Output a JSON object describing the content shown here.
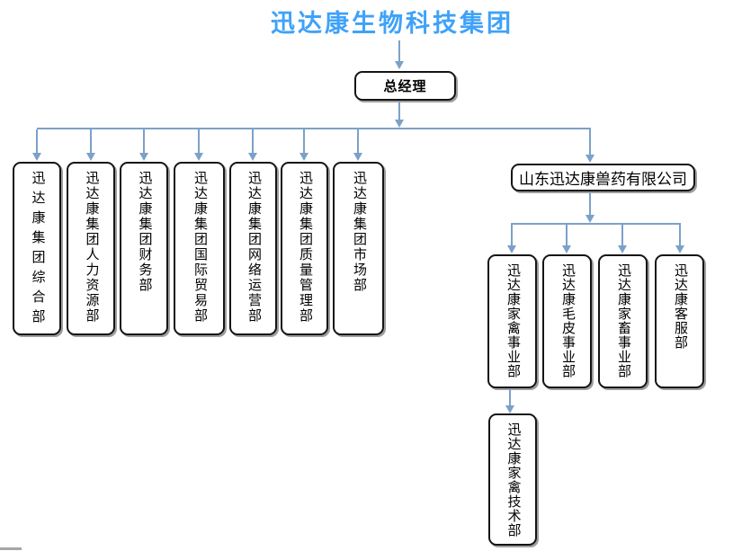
{
  "title": {
    "text": "迅达康生物科技集团"
  },
  "root": {
    "label": "总经理"
  },
  "group_departments": [
    {
      "label": "迅达康集团综合部"
    },
    {
      "label": "迅达康集团人力资源部"
    },
    {
      "label": "迅达康集团财务部"
    },
    {
      "label": "迅达康集团国际贸易部"
    },
    {
      "label": "迅达康集团网络运营部"
    },
    {
      "label": "迅达康集团质量管理部"
    },
    {
      "label": "迅达康集团市场部"
    }
  ],
  "subsidiary": {
    "label": "山东迅达康兽药有限公司"
  },
  "subsidiary_departments": [
    {
      "label": "迅达康家禽事业部"
    },
    {
      "label": "迅达康毛皮事业部"
    },
    {
      "label": "迅达康家畜事业部"
    },
    {
      "label": "迅达康客服部"
    }
  ],
  "sub_department": {
    "label": "迅达康家禽技术部"
  },
  "colors": {
    "title": "#3fa2f8",
    "connector": "#7ca1c8",
    "border": "#151515"
  }
}
